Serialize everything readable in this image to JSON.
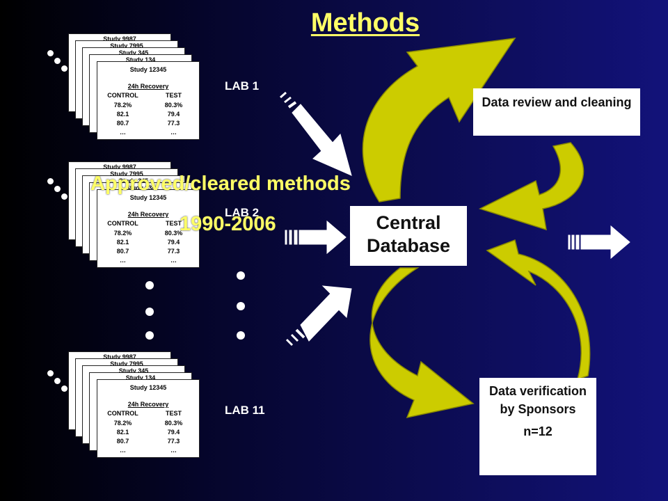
{
  "title": "Methods",
  "stack": {
    "back_titles": [
      "Study 9987",
      "Study 7995",
      "Study 345",
      "Study 134"
    ],
    "front": {
      "title": "Study 12345",
      "heading": "24h Recovery",
      "col1": "CONTROL",
      "col2": "TEST",
      "rows": [
        [
          "78.2%",
          "80.3%"
        ],
        [
          "82.1",
          "79.4"
        ],
        [
          "80.7",
          "77.3"
        ],
        [
          "…",
          "…"
        ]
      ]
    }
  },
  "labs": [
    "LAB 1",
    "LAB 2",
    "LAB 11"
  ],
  "central_db": "Central Database",
  "review_box": "Data review and cleaning",
  "verification_box": {
    "text": "Data verification by Sponsors",
    "n": "n=12"
  },
  "overlay": {
    "line1": "Approved/cleared methods",
    "line2": "1990-2006"
  },
  "colors": {
    "accent": "#ffff66",
    "swirl": "#cccc00",
    "arrow": "#ffffff"
  }
}
